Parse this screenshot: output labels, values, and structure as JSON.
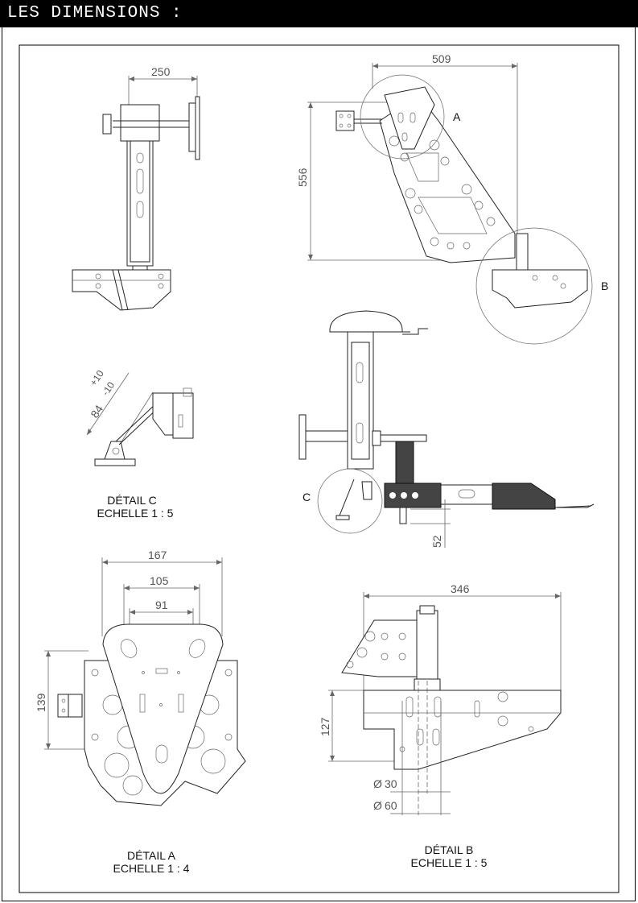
{
  "title": "LES DIMENSIONS :",
  "dimensions": {
    "d250": "250",
    "d509": "509",
    "d556": "556",
    "d84": "84",
    "d84_tol_plus": "+10",
    "d84_tol_minus": "-10",
    "d52": "52",
    "d167": "167",
    "d105": "105",
    "d91": "91",
    "d139": "139",
    "d346": "346",
    "d127": "127",
    "phi30": "30",
    "phi60": "60",
    "phi_symbol": "Ø"
  },
  "labels": {
    "A": "A",
    "B": "B",
    "C": "C"
  },
  "details": {
    "c_title": "DÉTAIL C",
    "c_scale": "ECHELLE 1 : 5",
    "a_title": "DÉTAIL A",
    "a_scale": "ECHELLE 1 : 4",
    "b_title": "DÉTAIL B",
    "b_scale": "ECHELLE 1 : 5"
  }
}
